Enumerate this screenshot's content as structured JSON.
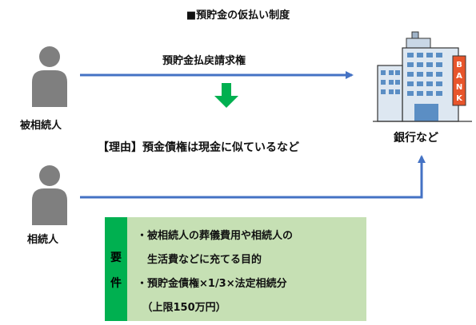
{
  "title": "■預貯金の仮払い制度",
  "arrow_label": "預貯金払戻請求権",
  "reason": "【理由】預金債権は現金に似ているなど",
  "decedent_label": "被相続人",
  "heir_label": "相続人",
  "bank_label": "銀行など",
  "bank_sign": [
    "B",
    "A",
    "N",
    "K"
  ],
  "requirements": {
    "tab": [
      "要",
      "件"
    ],
    "lines": [
      "・被相続人の葬儀費用や相続人の",
      "　生活費などに充てる目的",
      "・預貯金債権×1/3×法定相続分",
      "　（上限150万円）"
    ]
  },
  "colors": {
    "arrow": "#4472c4",
    "down_arrow": "#00b050",
    "person": "#7f7f7f",
    "req_box": "#c6e0b4",
    "req_tab": "#00b050",
    "bank_sign": "#e8552b"
  },
  "icons": {
    "person": "person-icon",
    "bank": "bank-building-icon",
    "down": "arrow-down-icon"
  }
}
